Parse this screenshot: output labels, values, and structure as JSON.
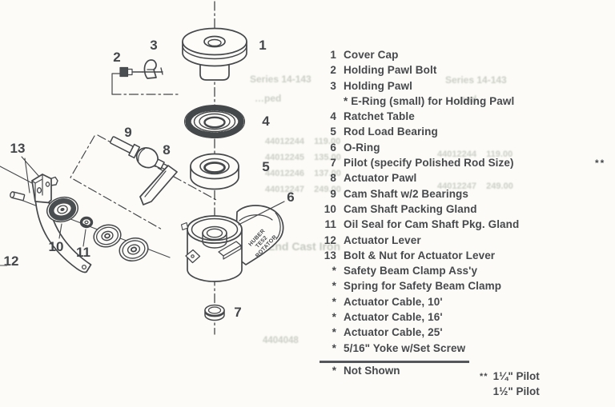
{
  "page": {
    "background": "#fcfbf7",
    "ink": "#46494c",
    "line_color": "#45484a"
  },
  "diagram": {
    "labels": [
      {
        "t": "1"
      },
      {
        "t": "2"
      },
      {
        "t": "3"
      },
      {
        "t": "4"
      },
      {
        "t": "5"
      },
      {
        "t": "6"
      },
      {
        "t": "7"
      },
      {
        "t": "8"
      },
      {
        "t": "9"
      },
      {
        "t": "10"
      },
      {
        "t": "11"
      },
      {
        "t": "12"
      },
      {
        "t": "13"
      }
    ],
    "body_text": [
      "HUBER",
      "TE52",
      "ROTATOR"
    ]
  },
  "parts_list": {
    "items": [
      {
        "num": "1",
        "label": "Cover Cap"
      },
      {
        "num": "2",
        "label": "Holding Pawl Bolt"
      },
      {
        "num": "3",
        "label": "Holding Pawl"
      },
      {
        "num": "",
        "label": "* E-Ring (small) for Holding Pawl"
      },
      {
        "num": "4",
        "label": "Ratchet Table"
      },
      {
        "num": "5",
        "label": "Rod Load Bearing"
      },
      {
        "num": "6",
        "label": "O-Ring"
      },
      {
        "num": "7",
        "label": "Pilot (specify Polished Rod Size)",
        "right_marker": "**"
      },
      {
        "num": "8",
        "label": "Actuator Pawl"
      },
      {
        "num": "9",
        "label": "Cam Shaft w/2 Bearings"
      },
      {
        "num": "10",
        "label": "Cam Shaft Packing Gland"
      },
      {
        "num": "11",
        "label": "Oil Seal for Cam Shaft Pkg. Gland"
      },
      {
        "num": "12",
        "label": "Actuator Lever"
      },
      {
        "num": "13",
        "label": "Bolt & Nut for Actuator Lever"
      },
      {
        "num": "*",
        "label": "Safety Beam Clamp Ass'y"
      },
      {
        "num": "*",
        "label": "Spring for Safety Beam Clamp"
      },
      {
        "num": "*",
        "label": "Actuator Cable, 10'"
      },
      {
        "num": "*",
        "label": "Actuator Cable, 16'"
      },
      {
        "num": "*",
        "label": "Actuator Cable, 25'"
      },
      {
        "num": "*",
        "label": "5/16\" Yoke w/Set Screw"
      }
    ],
    "footnote": {
      "marker": "*",
      "text": "Not Shown"
    },
    "pilot_note": {
      "marker": "**",
      "line1": "1¼\" Pilot",
      "line2": "1½\" Pilot"
    }
  },
  "ghosts": [
    "Series 14-143",
    "…ped",
    "44012244    119.00",
    "44012245    135.00",
    "44012246    137.00",
    "44012247    249.00",
    "Series 14-143",
    "…ped",
    "44012244    119.00",
    "44012247    249.00",
    "ze   Flanged End Cast Iron",
    "4404048"
  ]
}
